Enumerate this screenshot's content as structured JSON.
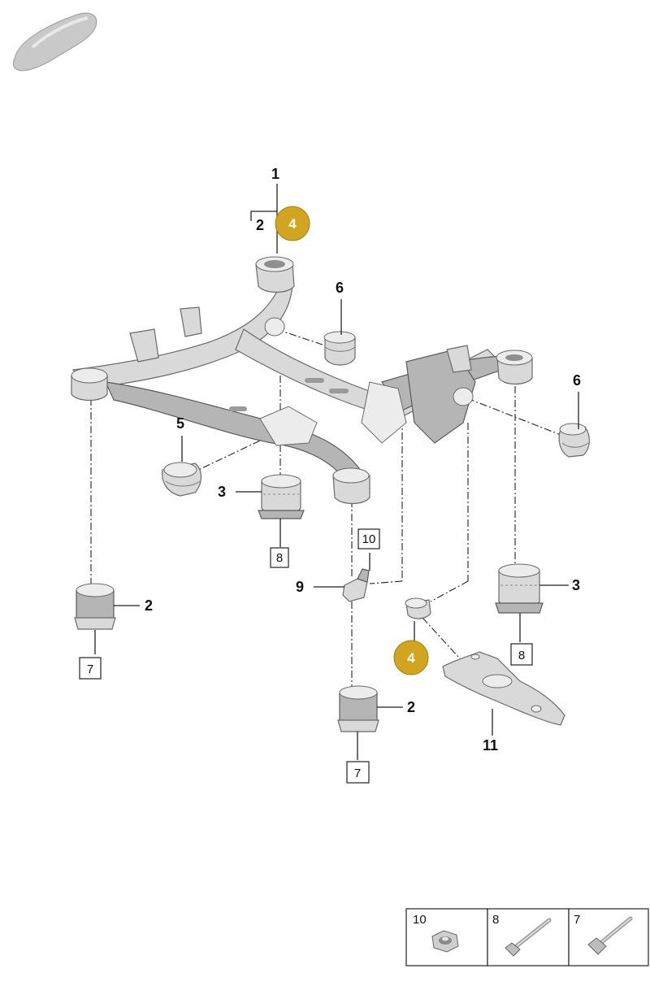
{
  "badge_color": "#d1a51f",
  "callouts": {
    "c1": "1",
    "c2_top": "2",
    "c4_top": "4",
    "c6_top": "6",
    "c6_right": "6",
    "c5": "5",
    "c3_left": "3",
    "c8_left": "8",
    "c10_mid": "10",
    "c9": "9",
    "c2_left": "2",
    "c7_left": "7",
    "c3_right": "3",
    "c8_right": "8",
    "c4_bottom": "4",
    "c2_bottom": "2",
    "c7_bottom": "7",
    "c11": "11"
  },
  "legend": {
    "items": [
      {
        "label": "10",
        "icon": "nut-icon"
      },
      {
        "label": "8",
        "icon": "bolt-icon"
      },
      {
        "label": "7",
        "icon": "bolt-icon"
      }
    ]
  },
  "icons": {
    "vehicle": "car-silhouette-icon"
  }
}
